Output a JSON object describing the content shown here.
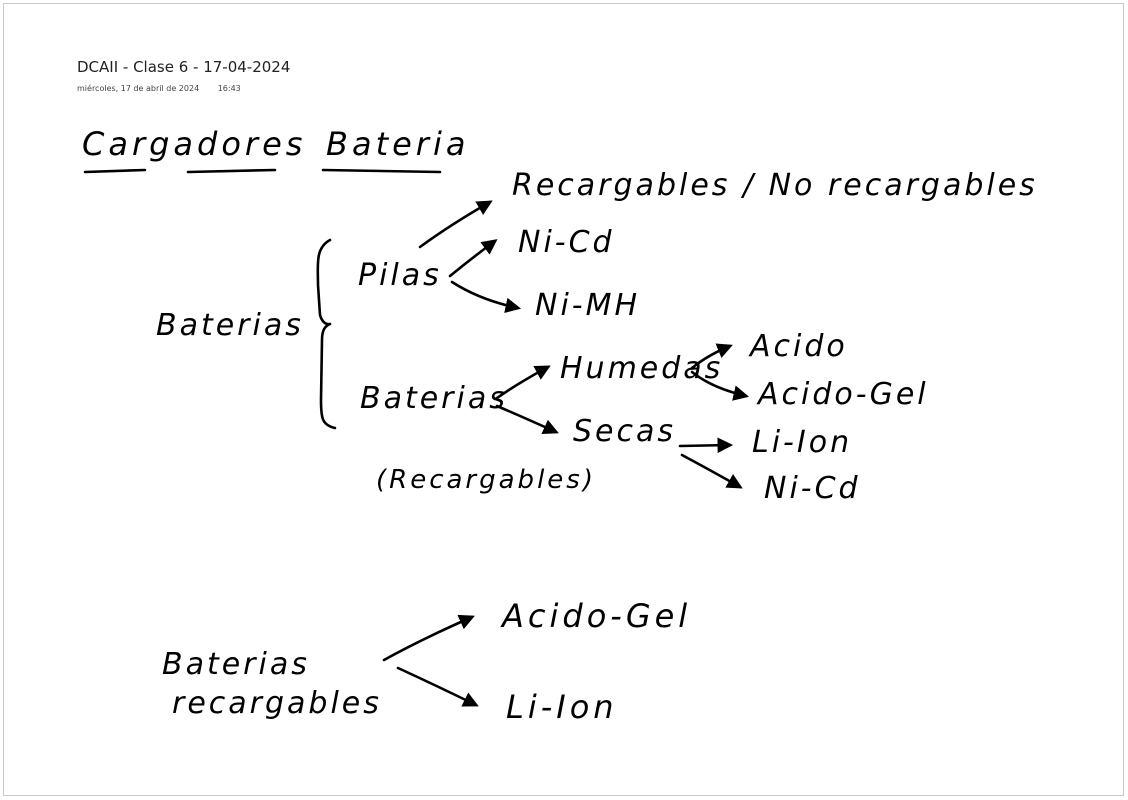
{
  "note": {
    "title": "DCAII - Clase 6 - 17-04-2024",
    "date": "miércoles, 17 de abril de 2024",
    "time": "16:43"
  },
  "ink": {
    "heading_left": "Cargadores",
    "heading_right": "Bateria",
    "root": "Baterias",
    "pilas": "Pilas",
    "pilas_branch_1": "Recargables / No recargables",
    "pilas_branch_2": "Ni-Cd",
    "pilas_branch_3": "Ni-MH",
    "baterias": "Baterias",
    "baterias_note": "(Recargables)",
    "humedas": "Humedas",
    "acido": "Acido",
    "acido_gel": "Acido-Gel",
    "secas": "Secas",
    "li_ion": "Li-Ion",
    "ni_cd": "Ni-Cd",
    "recargables_line1": "Baterias",
    "recargables_line2": "recargables",
    "rec_branch_1": "Acido-Gel",
    "rec_branch_2": "Li-Ion"
  }
}
